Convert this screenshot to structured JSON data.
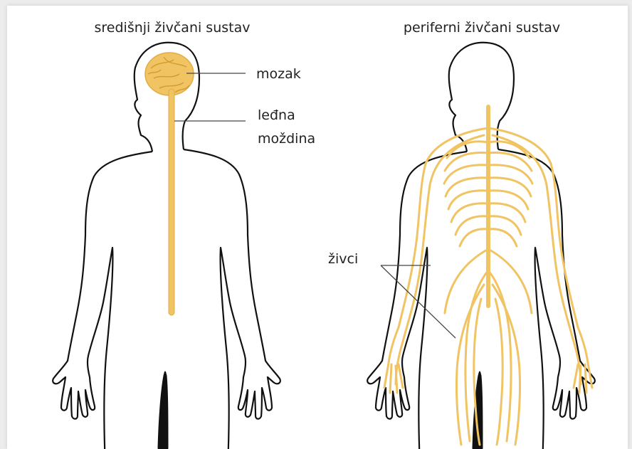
{
  "panels": {
    "left_title": "središnji živčani sustav",
    "right_title": "periferni živčani sustav"
  },
  "labels": {
    "brain": "mozak",
    "spinal_line1": "leđna",
    "spinal_line2": "moždina",
    "nerves": "živci"
  },
  "colors": {
    "background": "#ececec",
    "card": "#ffffff",
    "nerve": "#f0c462",
    "nerve_dark": "#e0ad45",
    "outline": "#111111"
  }
}
